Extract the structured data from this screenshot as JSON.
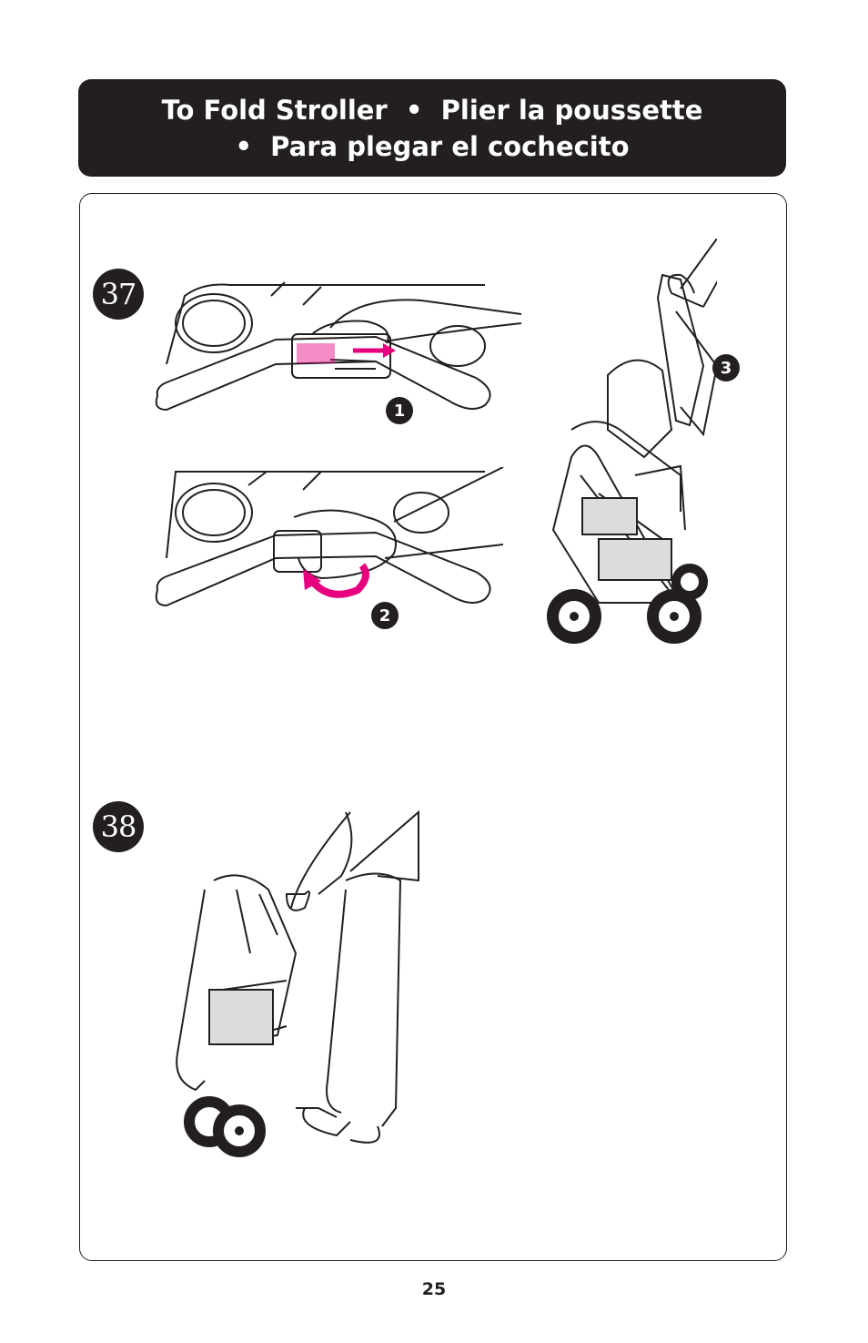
{
  "header": {
    "title_line1": "To Fold Stroller  •  Plier la poussette",
    "title_line2": "•  Para plegar el cochecito"
  },
  "steps": [
    {
      "number": "37",
      "substeps": [
        "1",
        "2",
        "3"
      ]
    },
    {
      "number": "38"
    }
  ],
  "accent_color": "#e6007e",
  "page_number": "25"
}
